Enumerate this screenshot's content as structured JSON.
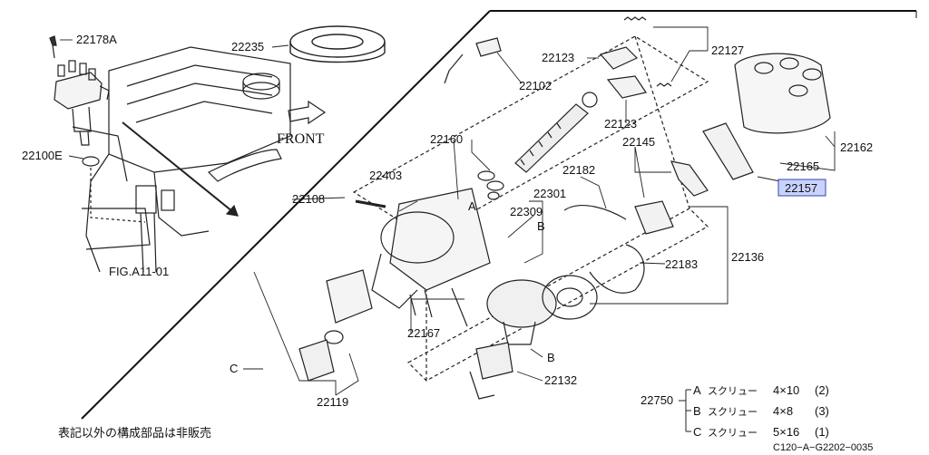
{
  "parts": {
    "p22178A": "22178A",
    "p22235": "22235",
    "p22100E": "22100E",
    "p22102": "22102",
    "p22123a": "22123",
    "p22123b": "22123",
    "p22127": "22127",
    "p22160": "22160",
    "p22145": "22145",
    "p22162": "22162",
    "p22165": "22165",
    "p22157": "22157",
    "p22108": "22108",
    "p22403": "22403",
    "p22182": "22182",
    "p22301": "22301",
    "p22309": "22309",
    "p22183": "22183",
    "p22136": "22136",
    "p22167": "22167",
    "p22132": "22132",
    "p22119": "22119",
    "fig": "FIG.A11-01",
    "front": "FRONT"
  },
  "callouts": {
    "A": "A",
    "B": "B",
    "C": "C"
  },
  "screw_table": {
    "code": "22750",
    "rows": [
      {
        "key": "A",
        "name": "スクリュー",
        "size": "4×10",
        "qty": "(2)"
      },
      {
        "key": "B",
        "name": "スクリュー",
        "size": "4×8",
        "qty": "(3)"
      },
      {
        "key": "C",
        "name": "スクリュー",
        "size": "5×16",
        "qty": "(1)"
      }
    ]
  },
  "note": "表記以外の構成部品は非販売",
  "code_ref": "C120−A−G2202−0035",
  "highlight_color": "#c9d3ff"
}
